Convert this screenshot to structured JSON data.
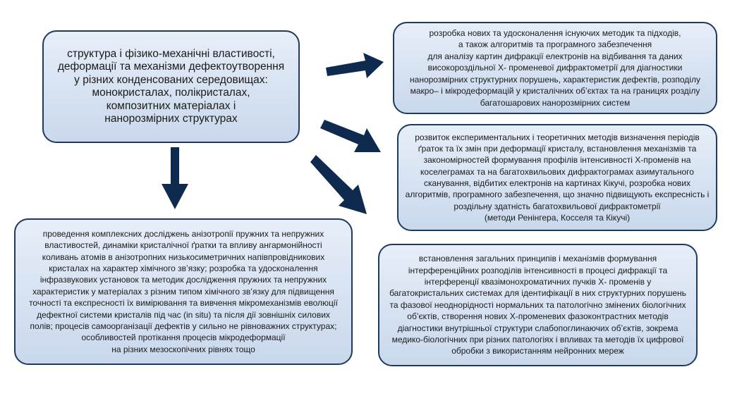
{
  "colors": {
    "arrow": "#0f2a4f",
    "box_border": "#1f3a5f",
    "box_fill_top": "#e6eef8",
    "box_fill_bottom": "#c9d8ec"
  },
  "boxes": {
    "main": "структура і фізико-механічні властивості,\nдеформації та механізми дефектоутворення\nу різних конденсованих середовищах:\nмонокристалах, полікристалах,\nкомпозитних матеріалах і\nнанорозмірних структурах",
    "top_right": "розробка нових та удосконалення існуючих методик та підходів,\nа також алгоритмів та програмного забезпечення\nдля аналізу картин дифракції електронів на відбивання та даних\nвисокороздільної Х- променевої дифрактометрії для діагностики\nнанорозмірних структурних порушень, характеристик дефектів, розподілу\nмакро– і мікродеформацій у кристалічних об’єктах та на границях розділу\nбагатошарових нанорозмірних систем",
    "middle_right": "розвиток експериментальних і теоретичних методів визначення періодів\nґраток та їх змін при деформації кристалу, встановлення механізмів та\nзакономірностей формування профілів інтенсивності Х-променів на\nкоселеграмах та на багатохвильових дифрактограмах азимутального\nсканування, відбитих електронів на картинах Кікучі, розробка нових\nалгоритмів, програмного забезпечення, що значно підвищують експресність і\nроздільну здатність багатохвильової дифрактометрії\n(методи Ренінгера, Косселя  та Кікучі)",
    "bottom_left": "проведення комплексних досліджень анізотропії пружних та непружних\nвластивостей, динаміки кристалічної ґратки та впливу ангармонійності\nколивань атомів в анізотропних низькосиметричних напівпровідникових\nкристалах на характер хімічного зв’язку; розробка та удосконалення\nінфразвукових установок та методик дослідження пружних та непружних\nхарактеристик у матеріалах з різним типом хімічного зв’язку для підвищення\nточності та експресності їх вимірювання та вивчення мікромеханізмів еволюції\nдефектної системи кристалів під час (in situ) та після дії зовнішніх силових\nполів; процесів самоорганізації дефектів у сильно не рівноважних структурах;\nособливостей протікання процесів мікродеформації\nна різних мезоскопічних рівнях тощо",
    "bottom_right": "встановлення загальних принципів і механізмів формування\nінтерференційних розподілів інтенсивності в процесі дифракції та\nінтерференції квазімонохроматичних пучків Х- променів у\nбагатокристальних системах для ідентифікації в них структурних порушень\nта фазової неоднорідності нормальних та патологічно змінених біологічних\nоб’єктів, створення нових Х-променевих фазоконтрастних методів\nдіагностики внутрішньої структури слабопоглинаючих об’єктів, зокрема\nмедико-біологічних при різних патологіях і впливах та методів їх цифрової\nобробки з використанням нейронних мереж"
  }
}
